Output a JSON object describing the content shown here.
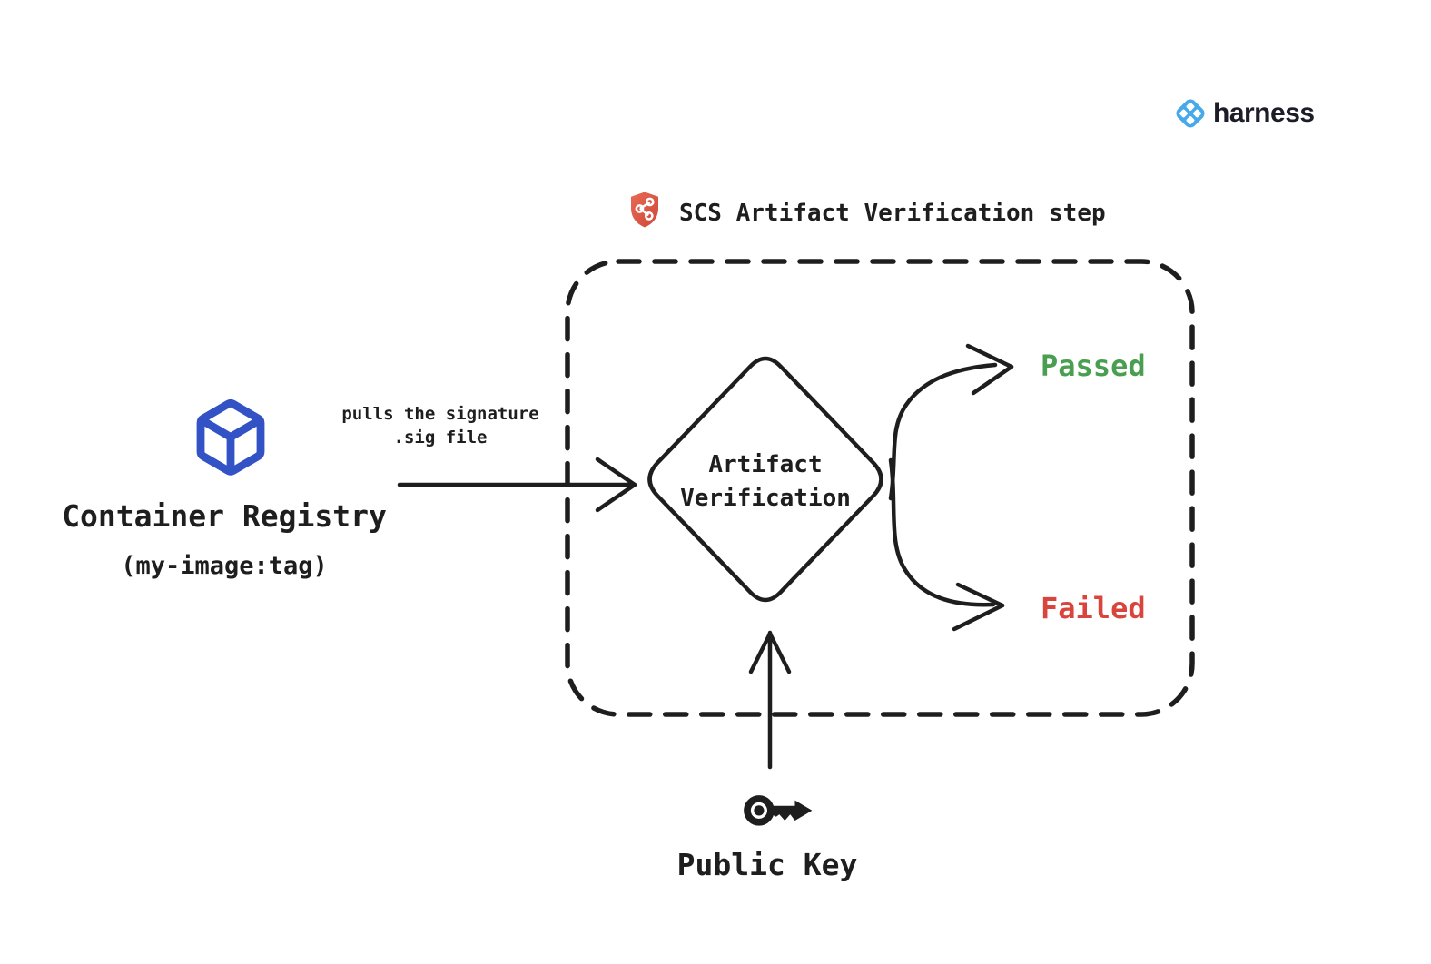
{
  "canvas": {
    "background": "#ffffff",
    "stroke_color": "#1e1e1e"
  },
  "brand": {
    "wordmark": "harness",
    "icon": "harness-logo-icon",
    "icon_color": "#46a9e9",
    "wordmark_color": "#1d1d29"
  },
  "step": {
    "title": "SCS Artifact Verification step",
    "title_icon": "scs-shield-icon",
    "shield_color": "#dd5847"
  },
  "registry": {
    "label": "Container Registry",
    "tag": "(my-image:tag)",
    "icon": "container-cube-icon",
    "icon_color": "#3352c5"
  },
  "pull_edge": {
    "label_line1": "pulls the signature",
    "label_line2": ".sig file"
  },
  "decision": {
    "label_line1": "Artifact",
    "label_line2": "Verification"
  },
  "outcomes": {
    "passed": {
      "label": "Passed",
      "color": "#4a9e4f"
    },
    "failed": {
      "label": "Failed",
      "color": "#d9453c"
    }
  },
  "public_key": {
    "label": "Public Key",
    "icon": "key-icon"
  }
}
